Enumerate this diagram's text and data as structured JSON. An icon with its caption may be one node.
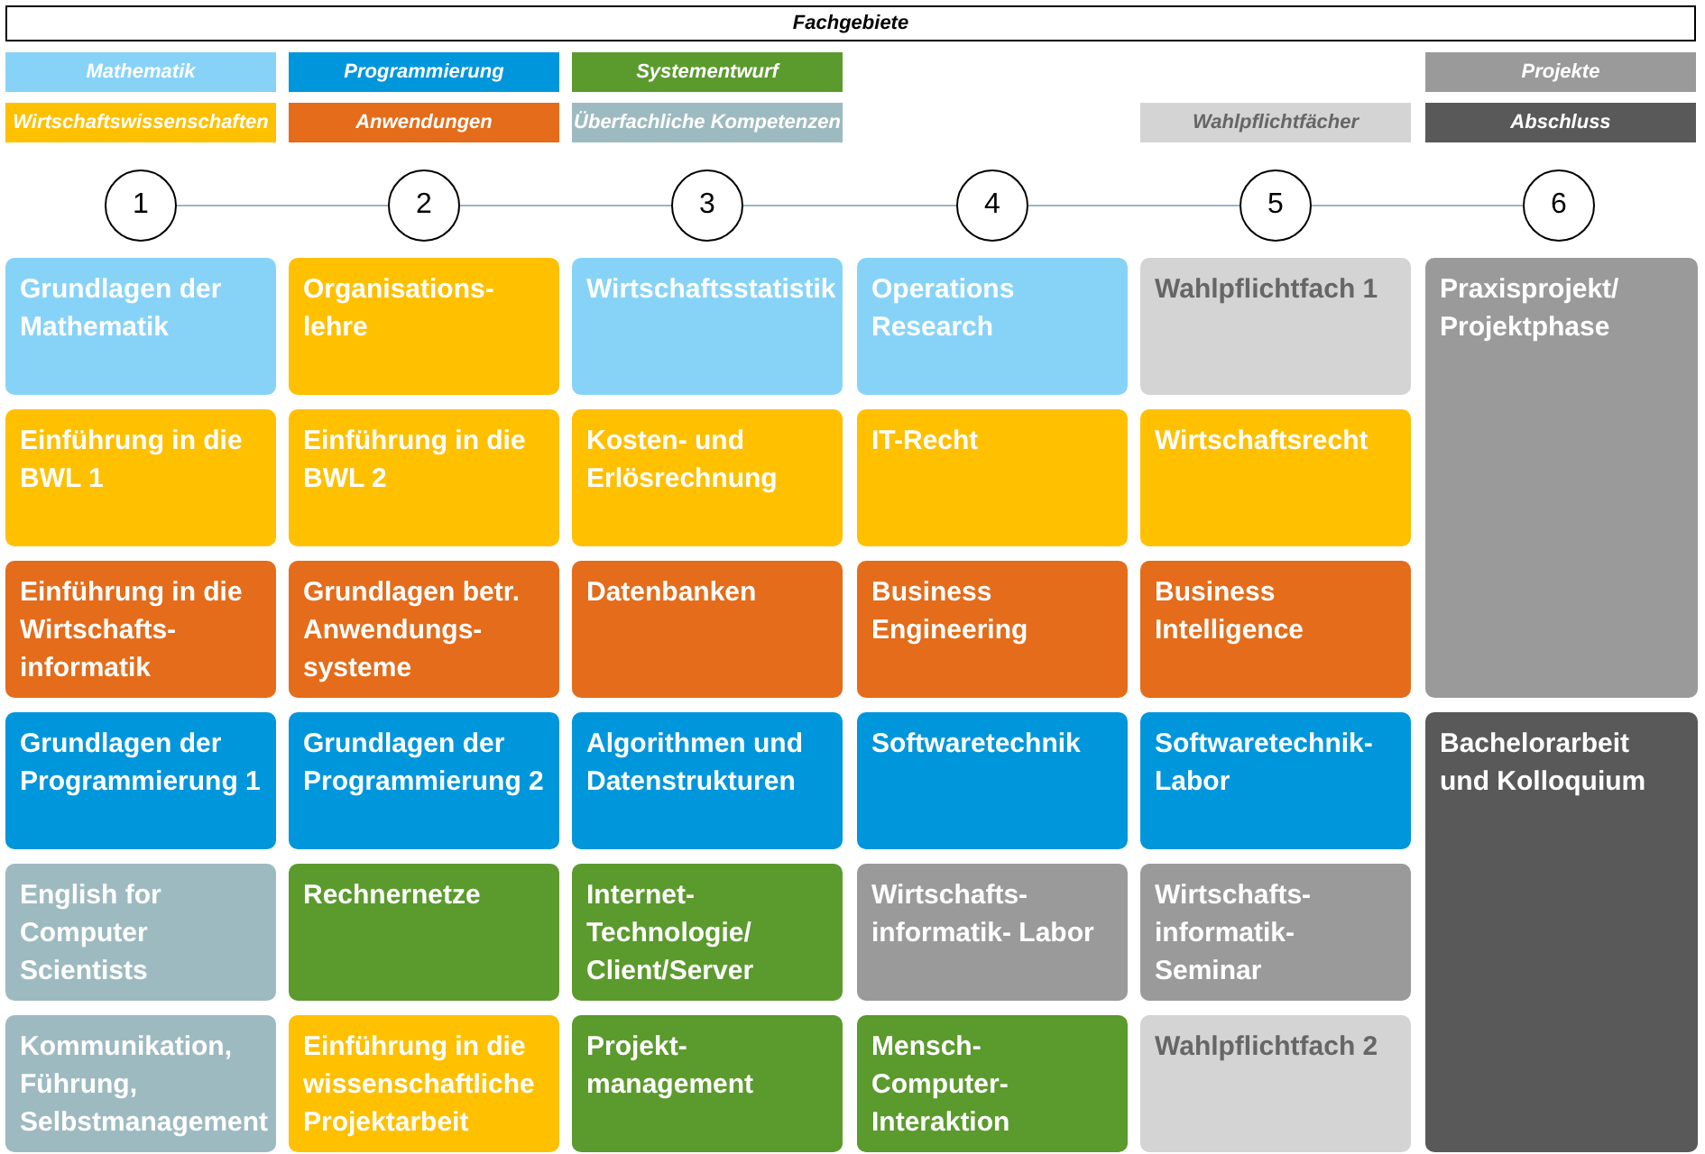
{
  "diagram": {
    "title": "Fachgebiete",
    "nodes": [
      {
        "text": [
          "1"
        ]
      },
      {
        "text": [
          "2"
        ]
      },
      {
        "text": [
          "3"
        ]
      },
      {
        "text": [
          "4"
        ]
      },
      {
        "text": [
          "5"
        ]
      },
      {
        "text": [
          "6"
        ]
      },
      {
        "text": [
          "Grundlagen der Mathematik"
        ]
      },
      {
        "text": [
          "Organisations- lehre"
        ]
      },
      {
        "text": [
          "Wirtschaftsstatistik"
        ]
      },
      {
        "text": [
          "Operations Research"
        ]
      },
      {
        "text": [
          "Wahlpflichtfach 1"
        ]
      },
      {
        "text": [
          "Praxisprojekt/ Projektphase"
        ]
      },
      {
        "text": [
          "Einführung in die BWL 1"
        ]
      },
      {
        "text": [
          "Einführung in die BWL 2"
        ]
      },
      {
        "text": [
          "Kosten- und Erlösrechnung"
        ]
      },
      {
        "text": [
          "IT-Recht"
        ]
      },
      {
        "text": [
          "Wirtschaftsrecht"
        ]
      },
      {
        "text": [
          "Einführung in die Wirtschafts- informatik"
        ]
      },
      {
        "text": [
          "Grundlagen betr. Anwendungs- systeme"
        ]
      },
      {
        "text": [
          "Datenbanken"
        ]
      },
      {
        "text": [
          "Business Engineering"
        ]
      },
      {
        "text": [
          "Business Intelligence"
        ]
      },
      {
        "text": [
          "Grundlagen der Programmierung 1"
        ]
      },
      {
        "text": [
          "Grundlagen der Programmierung 2"
        ]
      },
      {
        "text": [
          "Algorithmen und Datenstrukturen"
        ]
      },
      {
        "text": [
          "Softwaretechnik"
        ]
      },
      {
        "text": [
          "Softwaretechnik- Labor"
        ]
      },
      {
        "text": [
          "Bachelorarbeit und Kolloquium"
        ]
      },
      {
        "text": [
          "English for Computer Scientists"
        ]
      },
      {
        "text": [
          "Rechnernetze"
        ]
      },
      {
        "text": [
          "Internet- Technologie/ Client/Server"
        ]
      },
      {
        "text": [
          "Wirtschafts- informatik- Labor"
        ]
      },
      {
        "text": [
          "Wirtschafts- informatik- Seminar"
        ]
      },
      {
        "text": [
          "Kommunikation, Führung, Selbstmanagement"
        ]
      },
      {
        "text": [
          "Einführung in die wissenschaftliche Projektarbeit"
        ]
      },
      {
        "text": [
          "Projekt- management"
        ]
      },
      {
        "text": [
          "Mensch- Computer- Interaktion"
        ]
      },
      {
        "text": [
          "Wahlpflichtfach 2"
        ]
      }
    ],
    "edges": [
      {
        "from": 0,
        "to": 1,
        "arrow": "none"
      },
      {
        "from": 1,
        "to": 2,
        "arrow": "none"
      },
      {
        "from": 2,
        "to": 3,
        "arrow": "none"
      },
      {
        "from": 3,
        "to": 4,
        "arrow": "none"
      },
      {
        "from": 4,
        "to": 5,
        "arrow": "none"
      }
    ],
    "legend": [
      {
        "text": "Mathematik",
        "color": "#87d3f8"
      },
      {
        "text": "Programmierung",
        "color": "#0096dc"
      },
      {
        "text": "Systementwurf",
        "color": "#5b9a2d"
      },
      {
        "text": "Projekte",
        "color": "#9a9a9a"
      },
      {
        "text": "Wirtschaftswissenschaften",
        "color": "#ffc000"
      },
      {
        "text": "Anwendungen",
        "color": "#e46c1a"
      },
      {
        "text": "Überfachliche Kompetenzen",
        "color": "#9dbac1"
      },
      {
        "text": "Wahlpflichtfächer",
        "color": "#d4d4d4"
      },
      {
        "text": "Abschluss",
        "color": "#595959"
      }
    ]
  }
}
